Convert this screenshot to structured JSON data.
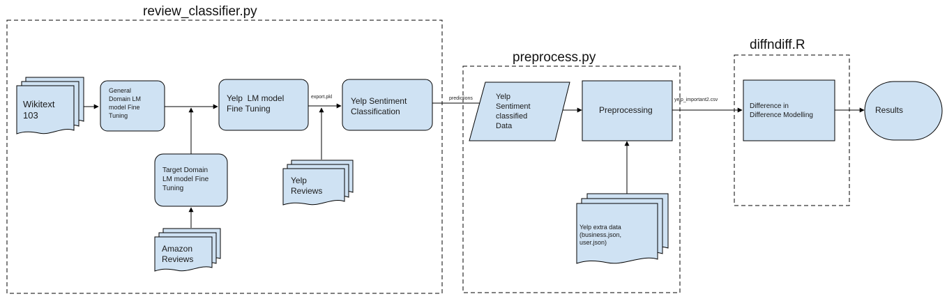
{
  "colors": {
    "node_fill": "#cfe2f3",
    "stroke": "#000000",
    "background": "#ffffff"
  },
  "groups": {
    "review_classifier": {
      "label": "review_classifier.py"
    },
    "preprocess": {
      "label": "preprocess.py"
    },
    "diffndiff": {
      "label": "diffndiff.R"
    }
  },
  "nodes": {
    "wikitext": {
      "lines": [
        "Wikitext",
        "103"
      ],
      "shape": "document-stack"
    },
    "general_domain": {
      "lines": [
        "General",
        "Domain LM",
        "model Fine",
        "Tuning"
      ],
      "shape": "rounded-rect"
    },
    "yelp_lm": {
      "lines": [
        "Yelp  LM model",
        "Fine Tuning"
      ],
      "shape": "rounded-rect"
    },
    "yelp_sentiment": {
      "lines": [
        "Yelp Sentiment",
        "Classification"
      ],
      "shape": "rounded-rect"
    },
    "target_domain": {
      "lines": [
        "Target Domain",
        "LM model Fine",
        "Tuning"
      ],
      "shape": "rounded-rect"
    },
    "yelp_reviews": {
      "lines": [
        "Yelp",
        "Reviews"
      ],
      "shape": "document-stack"
    },
    "amazon_reviews": {
      "lines": [
        "Amazon",
        "Reviews"
      ],
      "shape": "document-stack"
    },
    "sentiment_data": {
      "lines": [
        "Yelp",
        "Sentiment",
        "classified",
        "Data"
      ],
      "shape": "parallelogram"
    },
    "preprocessing": {
      "lines": [
        "Preprocessing"
      ],
      "shape": "rect"
    },
    "extra_data": {
      "lines": [
        "Yelp extra data",
        "(business.json,",
        "user.json)"
      ],
      "shape": "document-stack"
    },
    "did_model": {
      "lines": [
        "Difference in",
        "Difference Modelling"
      ],
      "shape": "rect"
    },
    "results": {
      "lines": [
        "Results"
      ],
      "shape": "terminal"
    }
  },
  "edges": {
    "export": {
      "label": "export.pkl"
    },
    "predictions": {
      "label": "predictions"
    },
    "csv": {
      "label": "yelp_important2.csv"
    }
  }
}
